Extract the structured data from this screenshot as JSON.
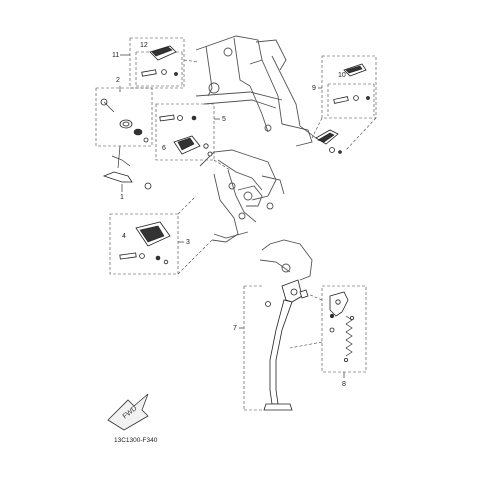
{
  "diagram": {
    "part_callouts": [
      "1",
      "2",
      "3",
      "4",
      "5",
      "6",
      "7",
      "8",
      "9",
      "10",
      "11",
      "12"
    ],
    "fwd_label": "FWD",
    "figure_code": "13C1300-F340"
  }
}
